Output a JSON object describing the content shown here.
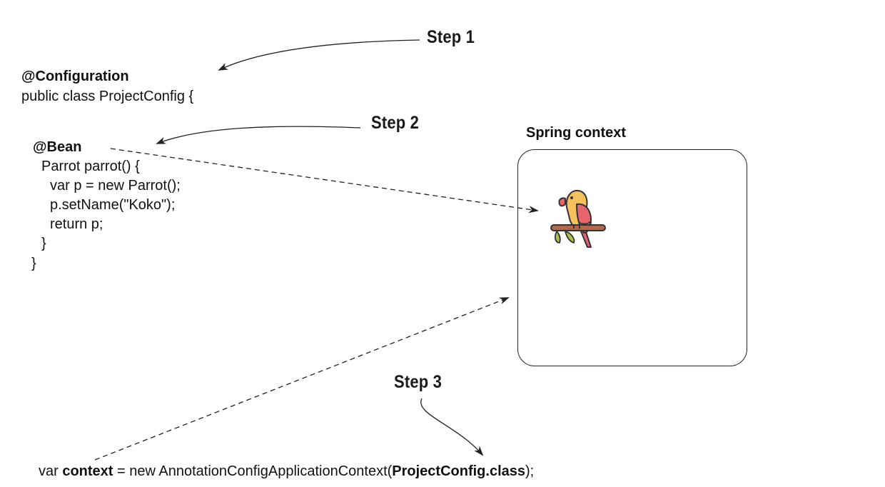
{
  "steps": {
    "step1": "Step 1",
    "step2": "Step 2",
    "step3": "Step 3"
  },
  "config_code": {
    "annotation": "@Configuration",
    "class_decl": "public class ProjectConfig {",
    "bean_annotation": "@Bean",
    "method_decl": "Parrot parrot() {",
    "line_var": "var p = new Parrot();",
    "line_setname": "p.setName(\"Koko\");",
    "line_return": "return p;",
    "close_method": "}",
    "close_class": "}"
  },
  "context_code": {
    "prefix": "var ",
    "var_name": "context",
    "middle": " = new AnnotationConfigApplicationContext(",
    "arg": "ProjectConfig.class",
    "suffix": ");"
  },
  "spring_context": {
    "title": "Spring context",
    "bean_icon": "parrot-icon"
  },
  "colors": {
    "line": "#222222",
    "parrot_yellow": "#F4C15D",
    "parrot_red": "#E8646B",
    "parrot_blue": "#5DB6E0",
    "perch_brown": "#B06A4A",
    "leaf_green": "#A9C14B"
  }
}
